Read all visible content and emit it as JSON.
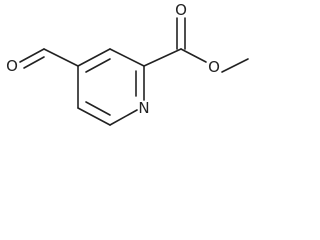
{
  "molecule": {
    "atoms": {
      "aldehyde_oxygen": "O",
      "carbonyl_oxygen": "O",
      "ester_oxygen": "O",
      "ring_nitrogen": "N"
    }
  },
  "colors": {
    "ink": "#222222",
    "background": "#ffffff"
  }
}
